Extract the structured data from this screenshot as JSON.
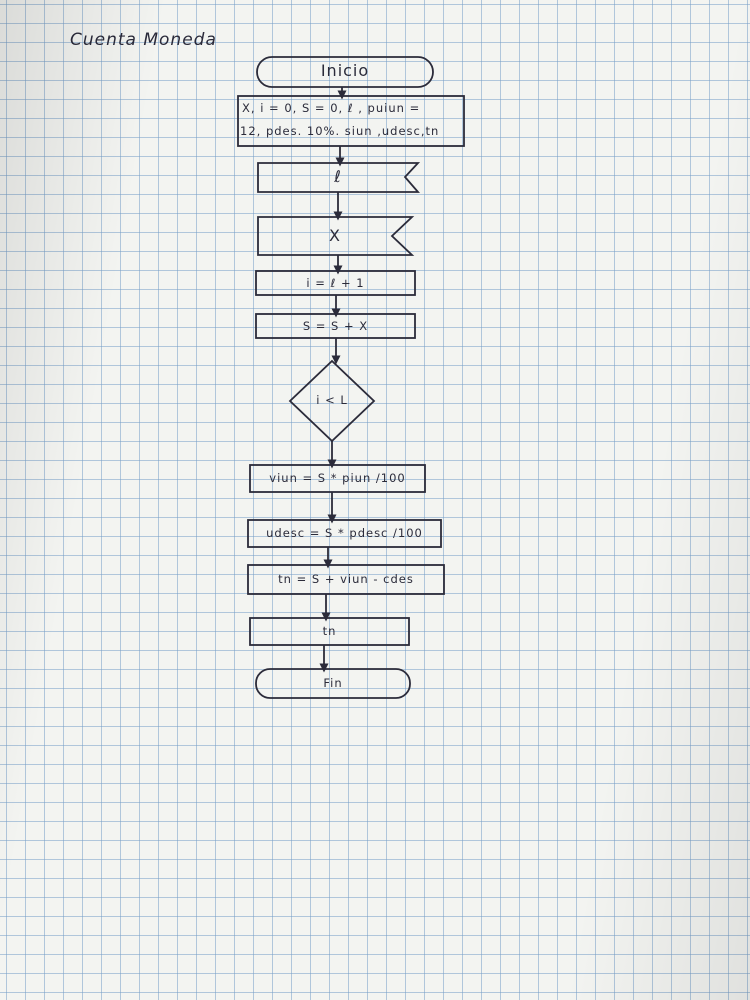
{
  "page_title": "Cuenta Moneda",
  "flowchart": {
    "start": "Inicio",
    "init_line_1": "X, i = 0, S = 0, ℓ , puiun =",
    "init_line_2": "12, pdes. 10%. siun ,udesc,tn",
    "input_l": "ℓ",
    "input_x": "X",
    "increment": "i = ℓ + 1",
    "accumulate": "S = S + X",
    "decision": "i < L",
    "calc_viun": "viun = S * piun /100",
    "calc_udesc": "udesc = S * pdesc /100",
    "calc_tn": "tn = S + viun - cdes",
    "output_tn": "tn",
    "end": "Fin"
  }
}
